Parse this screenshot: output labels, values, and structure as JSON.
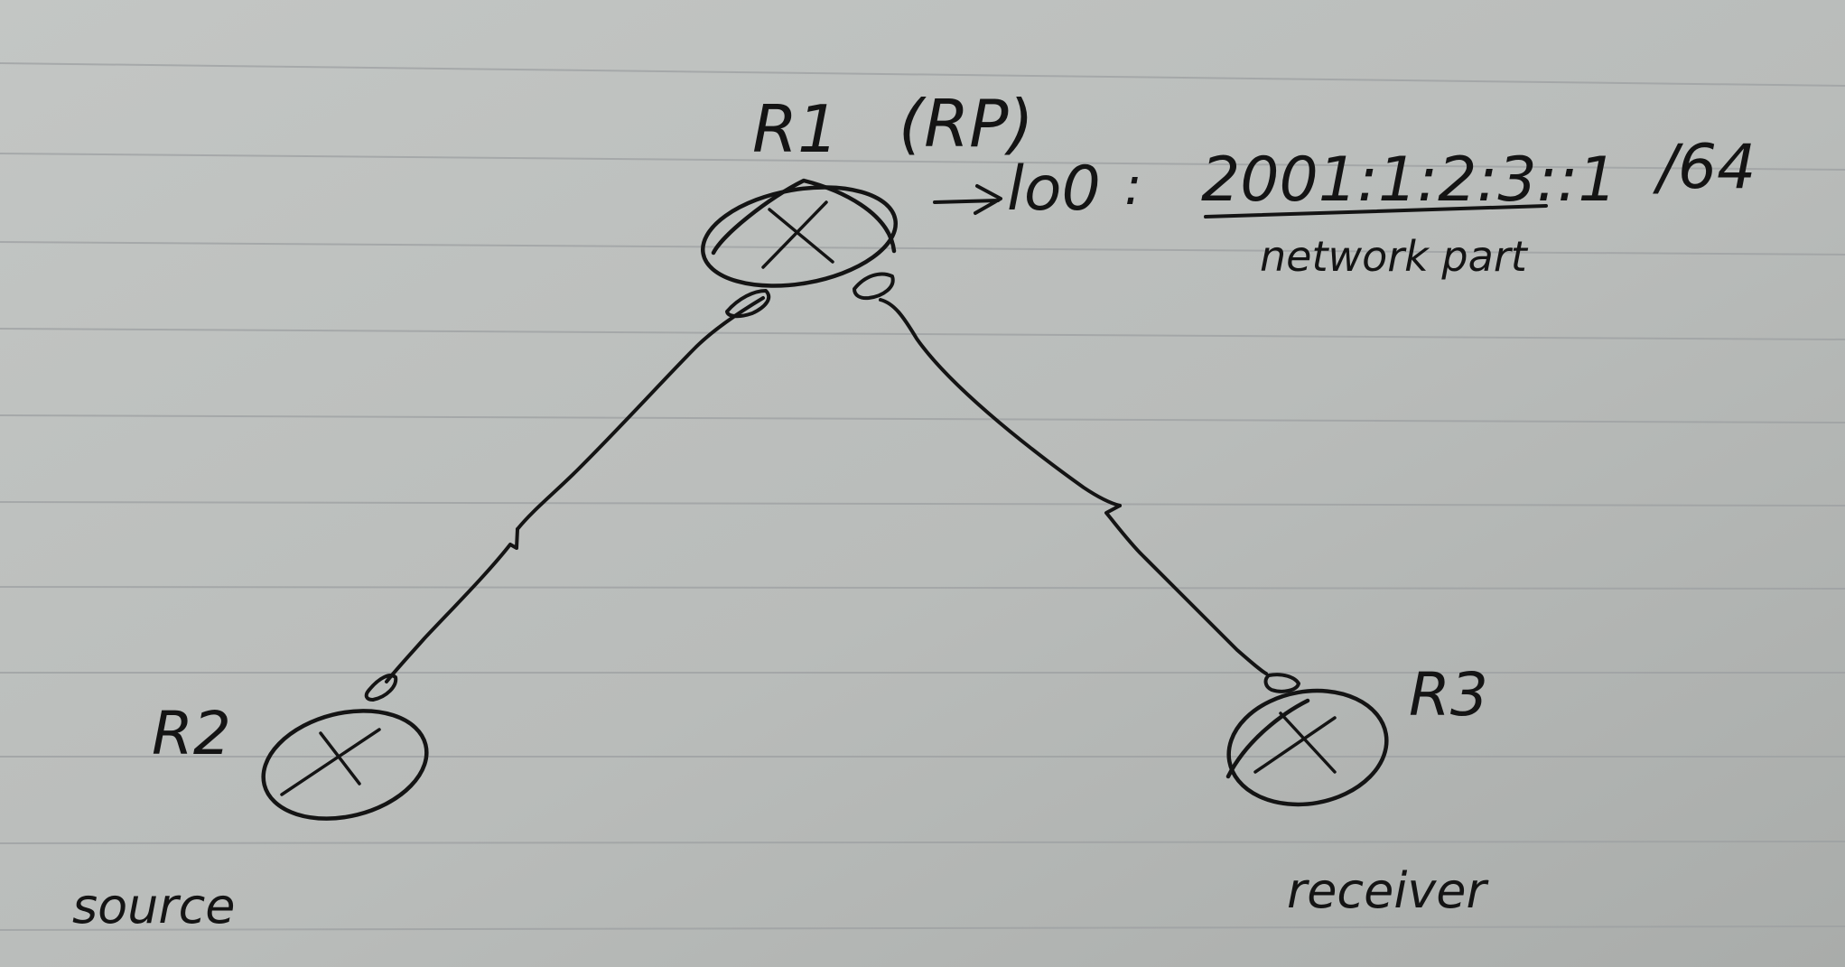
{
  "routers": [
    {
      "id": "R1",
      "label": "R1",
      "role": "(RP)"
    },
    {
      "id": "R2",
      "label": "R2",
      "role": "source"
    },
    {
      "id": "R3",
      "label": "R3",
      "role": "receiver"
    }
  ],
  "r1_annotation": {
    "interface": "lo0",
    "address": "2001:1:2:3::1",
    "prefix": "/64",
    "address_note": "network part"
  },
  "links": [
    {
      "from": "R1",
      "to": "R2",
      "type": "serial"
    },
    {
      "from": "R1",
      "to": "R3",
      "type": "serial"
    }
  ]
}
